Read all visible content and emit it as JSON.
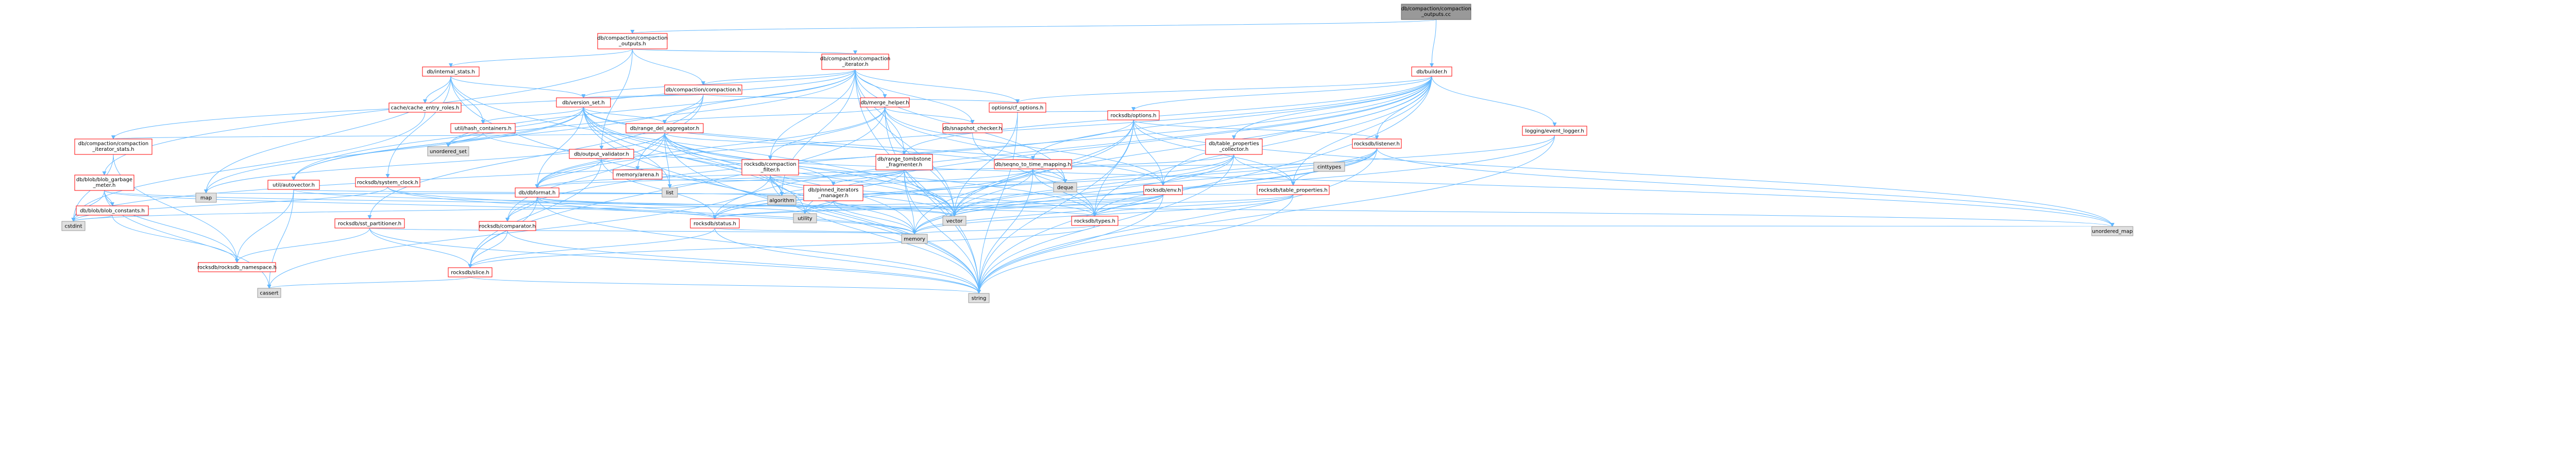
{
  "colors": {
    "root_fill": "#999999",
    "root_border": "#666666",
    "doc_fill": "#ffffff",
    "doc_border": "#ff0000",
    "doc_text": "#000000",
    "system_fill": "#e0e0e0",
    "system_border": "#999999",
    "edge": "#63b8ff"
  },
  "nodes": [
    {
      "id": "root",
      "kind": "root",
      "lines": [
        "db/compaction/compaction",
        "_outputs.cc"
      ]
    },
    {
      "id": "co_h",
      "kind": "doc",
      "lines": [
        "db/compaction/compaction",
        "_outputs.h"
      ]
    },
    {
      "id": "ci_h",
      "kind": "doc",
      "lines": [
        "db/compaction/compaction",
        "_iterator.h"
      ]
    },
    {
      "id": "internal_stats",
      "kind": "doc",
      "lines": [
        "db/internal_stats.h"
      ]
    },
    {
      "id": "builder",
      "kind": "doc",
      "lines": [
        "db/builder.h"
      ]
    },
    {
      "id": "compaction_h",
      "kind": "doc",
      "lines": [
        "db/compaction/compaction.h"
      ]
    },
    {
      "id": "cache_entry_roles",
      "kind": "doc",
      "lines": [
        "cache/cache_entry_roles.h"
      ]
    },
    {
      "id": "version_set",
      "kind": "doc",
      "lines": [
        "db/version_set.h"
      ]
    },
    {
      "id": "merge_helper",
      "kind": "doc",
      "lines": [
        "db/merge_helper.h"
      ]
    },
    {
      "id": "cf_options",
      "kind": "doc",
      "lines": [
        "options/cf_options.h"
      ]
    },
    {
      "id": "hash_containers",
      "kind": "doc",
      "lines": [
        "util/hash_containers.h"
      ]
    },
    {
      "id": "range_del_agg",
      "kind": "doc",
      "lines": [
        "db/range_del_aggregator.h"
      ]
    },
    {
      "id": "snapshot_checker",
      "kind": "doc",
      "lines": [
        "db/snapshot_checker.h"
      ]
    },
    {
      "id": "rdb_options",
      "kind": "doc",
      "lines": [
        "rocksdb/options.h"
      ]
    },
    {
      "id": "logging_event_logger",
      "kind": "doc",
      "lines": [
        "logging/event_logger.h"
      ]
    },
    {
      "id": "ci_stats",
      "kind": "doc",
      "lines": [
        "db/compaction/compaction",
        "_iterator_stats.h"
      ]
    },
    {
      "id": "blob_gc_meter",
      "kind": "doc",
      "lines": [
        "db/blob/blob_garbage",
        "_meter.h"
      ]
    },
    {
      "id": "blob_constants",
      "kind": "doc",
      "lines": [
        "db/blob/blob_constants.h"
      ]
    },
    {
      "id": "output_validator",
      "kind": "doc",
      "lines": [
        "db/output_validator.h"
      ]
    },
    {
      "id": "memory_arena",
      "kind": "doc",
      "lines": [
        "memory/arena.h"
      ]
    },
    {
      "id": "compaction_filter",
      "kind": "doc",
      "lines": [
        "rocksdb/compaction",
        "_filter.h"
      ]
    },
    {
      "id": "range_tombstone_frag",
      "kind": "doc",
      "lines": [
        "db/range_tombstone",
        "_fragmenter.h"
      ]
    },
    {
      "id": "seqno_to_time",
      "kind": "doc",
      "lines": [
        "db/seqno_to_time_mapping.h"
      ]
    },
    {
      "id": "table_props_collector",
      "kind": "doc",
      "lines": [
        "db/table_properties",
        "_collector.h"
      ]
    },
    {
      "id": "rdb_listener",
      "kind": "doc",
      "lines": [
        "rocksdb/listener.h"
      ]
    },
    {
      "id": "dbformat",
      "kind": "doc",
      "lines": [
        "db/dbformat.h"
      ]
    },
    {
      "id": "pinned_iter_mgr",
      "kind": "doc",
      "lines": [
        "db/pinned_iterators",
        "_manager.h"
      ]
    },
    {
      "id": "rdb_env",
      "kind": "doc",
      "lines": [
        "rocksdb/env.h"
      ]
    },
    {
      "id": "rdb_table_props",
      "kind": "doc",
      "lines": [
        "rocksdb/table_properties.h"
      ]
    },
    {
      "id": "rdb_system_clock",
      "kind": "doc",
      "lines": [
        "rocksdb/system_clock.h"
      ]
    },
    {
      "id": "util_autovector",
      "kind": "doc",
      "lines": [
        "util/autovector.h"
      ]
    },
    {
      "id": "rdb_sst_partitioner",
      "kind": "doc",
      "lines": [
        "rocksdb/sst_partitioner.h"
      ]
    },
    {
      "id": "rdb_comparator",
      "kind": "doc",
      "lines": [
        "rocksdb/comparator.h"
      ]
    },
    {
      "id": "rdb_status",
      "kind": "doc",
      "lines": [
        "rocksdb/status.h"
      ]
    },
    {
      "id": "rdb_types",
      "kind": "doc",
      "lines": [
        "rocksdb/types.h"
      ]
    },
    {
      "id": "rdb_namespace",
      "kind": "doc",
      "lines": [
        "rocksdb/rocksdb_namespace.h"
      ]
    },
    {
      "id": "rdb_slice",
      "kind": "doc",
      "lines": [
        "rocksdb/slice.h"
      ]
    },
    {
      "id": "sys_unordered_set",
      "kind": "system",
      "lines": [
        "unordered_set"
      ]
    },
    {
      "id": "sys_deque",
      "kind": "system",
      "lines": [
        "deque"
      ]
    },
    {
      "id": "sys_list",
      "kind": "system",
      "lines": [
        "list"
      ]
    },
    {
      "id": "sys_cinttypes",
      "kind": "system",
      "lines": [
        "cinttypes"
      ]
    },
    {
      "id": "sys_map",
      "kind": "system",
      "lines": [
        "map"
      ]
    },
    {
      "id": "sys_algorithm",
      "kind": "system",
      "lines": [
        "algorithm"
      ]
    },
    {
      "id": "sys_utility",
      "kind": "system",
      "lines": [
        "utility"
      ]
    },
    {
      "id": "sys_vector",
      "kind": "system",
      "lines": [
        "vector"
      ]
    },
    {
      "id": "sys_cstdint",
      "kind": "system",
      "lines": [
        "cstdint"
      ]
    },
    {
      "id": "sys_cassert",
      "kind": "system",
      "lines": [
        "cassert"
      ]
    },
    {
      "id": "sys_memory",
      "kind": "system",
      "lines": [
        "memory"
      ]
    },
    {
      "id": "sys_unordered_map",
      "kind": "system",
      "lines": [
        "unordered_map"
      ]
    },
    {
      "id": "sys_string",
      "kind": "system",
      "lines": [
        "string"
      ]
    }
  ],
  "edges": [
    [
      "root",
      "co_h"
    ],
    [
      "root",
      "builder"
    ],
    [
      "co_h",
      "ci_h"
    ],
    [
      "co_h",
      "internal_stats"
    ],
    [
      "co_h",
      "compaction_h"
    ],
    [
      "co_h",
      "blob_gc_meter"
    ],
    [
      "co_h",
      "output_validator"
    ],
    [
      "ci_h",
      "compaction_h"
    ],
    [
      "ci_h",
      "ci_stats"
    ],
    [
      "ci_h",
      "merge_helper"
    ],
    [
      "ci_h",
      "cf_options"
    ],
    [
      "ci_h",
      "range_del_agg"
    ],
    [
      "ci_h",
      "snapshot_checker"
    ],
    [
      "ci_h",
      "compaction_filter"
    ],
    [
      "ci_h",
      "util_autovector"
    ],
    [
      "ci_h",
      "range_tombstone_frag"
    ],
    [
      "ci_h",
      "sys_algorithm"
    ],
    [
      "ci_h",
      "sys_deque"
    ],
    [
      "ci_h",
      "sys_string"
    ],
    [
      "ci_h",
      "sys_unordered_set"
    ],
    [
      "ci_h",
      "sys_vector"
    ],
    [
      "ci_h",
      "version_set"
    ],
    [
      "internal_stats",
      "cache_entry_roles"
    ],
    [
      "internal_stats",
      "version_set"
    ],
    [
      "internal_stats",
      "hash_containers"
    ],
    [
      "internal_stats",
      "rdb_system_clock"
    ],
    [
      "internal_stats",
      "sys_map"
    ],
    [
      "internal_stats",
      "sys_string"
    ],
    [
      "internal_stats",
      "sys_vector"
    ],
    [
      "builder",
      "range_tombstone_frag"
    ],
    [
      "builder",
      "seqno_to_time"
    ],
    [
      "builder",
      "table_props_collector"
    ],
    [
      "builder",
      "logging_event_logger"
    ],
    [
      "builder",
      "cf_options"
    ],
    [
      "builder",
      "rdb_comparator"
    ],
    [
      "builder",
      "rdb_env"
    ],
    [
      "builder",
      "rdb_listener"
    ],
    [
      "builder",
      "rdb_options"
    ],
    [
      "builder",
      "rdb_status"
    ],
    [
      "builder",
      "rdb_table_props"
    ],
    [
      "builder",
      "rdb_types"
    ],
    [
      "builder",
      "sys_string"
    ],
    [
      "builder",
      "sys_utility"
    ],
    [
      "builder",
      "sys_vector"
    ],
    [
      "builder",
      "dbformat"
    ],
    [
      "compaction_h",
      "version_set"
    ],
    [
      "compaction_h",
      "memory_arena"
    ],
    [
      "compaction_h",
      "cf_options"
    ],
    [
      "compaction_h",
      "rdb_sst_partitioner"
    ],
    [
      "compaction_h",
      "util_autovector"
    ],
    [
      "version_set",
      "sys_algorithm"
    ],
    [
      "version_set",
      "sys_deque"
    ],
    [
      "version_set",
      "sys_list"
    ],
    [
      "version_set",
      "sys_map"
    ],
    [
      "version_set",
      "sys_memory"
    ],
    [
      "version_set",
      "sys_string"
    ],
    [
      "version_set",
      "sys_unordered_set"
    ],
    [
      "version_set",
      "sys_utility"
    ],
    [
      "version_set",
      "sys_vector"
    ],
    [
      "version_set",
      "dbformat"
    ],
    [
      "version_set",
      "range_del_agg"
    ],
    [
      "version_set",
      "hash_containers"
    ],
    [
      "version_set",
      "util_autovector"
    ],
    [
      "version_set",
      "rdb_env"
    ],
    [
      "version_set",
      "compaction_h"
    ],
    [
      "merge_helper",
      "sys_deque"
    ],
    [
      "merge_helper",
      "sys_string"
    ],
    [
      "merge_helper",
      "sys_vector"
    ],
    [
      "merge_helper",
      "dbformat"
    ],
    [
      "merge_helper",
      "range_del_agg"
    ],
    [
      "merge_helper",
      "snapshot_checker"
    ],
    [
      "merge_helper",
      "compaction_filter"
    ],
    [
      "merge_helper",
      "rdb_env"
    ],
    [
      "merge_helper",
      "rdb_slice"
    ],
    [
      "cf_options",
      "sys_string"
    ],
    [
      "cf_options",
      "sys_vector"
    ],
    [
      "cf_options",
      "rdb_options"
    ],
    [
      "hash_containers",
      "sys_unordered_set"
    ],
    [
      "hash_containers",
      "sys_unordered_map"
    ],
    [
      "range_del_agg",
      "sys_algorithm"
    ],
    [
      "range_del_agg",
      "sys_iterator"
    ],
    [
      "range_del_agg",
      "sys_list"
    ],
    [
      "range_del_agg",
      "sys_map"
    ],
    [
      "range_del_agg",
      "sys_set"
    ],
    [
      "range_del_agg",
      "sys_string"
    ],
    [
      "range_del_agg",
      "sys_vector"
    ],
    [
      "range_del_agg",
      "ci_stats"
    ],
    [
      "range_del_agg",
      "dbformat"
    ],
    [
      "range_del_agg",
      "pinned_iter_mgr"
    ],
    [
      "range_del_agg",
      "range_tombstone_frag"
    ],
    [
      "range_del_agg",
      "rdb_comparator"
    ],
    [
      "range_del_agg",
      "rdb_types"
    ],
    [
      "snapshot_checker",
      "rdb_types"
    ],
    [
      "rdb_options",
      "sys_cstdint"
    ],
    [
      "rdb_options",
      "sys_memory"
    ],
    [
      "rdb_options",
      "sys_string"
    ],
    [
      "rdb_options",
      "sys_unordered_map"
    ],
    [
      "rdb_options",
      "sys_vector"
    ],
    [
      "rdb_options",
      "rdb_listener"
    ],
    [
      "rdb_options",
      "rdb_table_props"
    ],
    [
      "rdb_options",
      "rdb_env"
    ],
    [
      "rdb_options",
      "rdb_types"
    ],
    [
      "logging_event_logger",
      "sys_memory"
    ],
    [
      "logging_event_logger",
      "sys_string"
    ],
    [
      "logging_event_logger",
      "rdb_env"
    ],
    [
      "ci_stats",
      "sys_cstdint"
    ],
    [
      "ci_stats",
      "rdb_namespace"
    ],
    [
      "blob_gc_meter",
      "sys_cassert"
    ],
    [
      "blob_gc_meter",
      "sys_cstdint"
    ],
    [
      "blob_gc_meter",
      "sys_unordered_map"
    ],
    [
      "blob_gc_meter",
      "blob_constants"
    ],
    [
      "blob_gc_meter",
      "rdb_namespace"
    ],
    [
      "blob_gc_meter",
      "rdb_status"
    ],
    [
      "blob_constants",
      "sys_cstdint"
    ],
    [
      "blob_constants",
      "rdb_namespace"
    ],
    [
      "output_validator",
      "dbformat"
    ],
    [
      "output_validator",
      "rdb_slice"
    ],
    [
      "output_validator",
      "rdb_status"
    ],
    [
      "compaction_filter",
      "sys_cassert"
    ],
    [
      "compaction_filter",
      "sys_memory"
    ],
    [
      "compaction_filter",
      "sys_string"
    ],
    [
      "compaction_filter",
      "sys_vector"
    ],
    [
      "compaction_filter",
      "rdb_types"
    ],
    [
      "range_tombstone_frag",
      "sys_list"
    ],
    [
      "range_tombstone_frag",
      "sys_memory"
    ],
    [
      "range_tombstone_frag",
      "sys_set"
    ],
    [
      "range_tombstone_frag",
      "sys_string"
    ],
    [
      "range_tombstone_frag",
      "sys_vector"
    ],
    [
      "range_tombstone_frag",
      "dbformat"
    ],
    [
      "range_tombstone_frag",
      "pinned_iter_mgr"
    ],
    [
      "range_tombstone_frag",
      "rdb_status"
    ],
    [
      "seqno_to_time",
      "sys_algorithm"
    ],
    [
      "seqno_to_time",
      "sys_cinttypes"
    ],
    [
      "seqno_to_time",
      "sys_deque"
    ],
    [
      "seqno_to_time",
      "sys_functional"
    ],
    [
      "seqno_to_time",
      "sys_iterator"
    ],
    [
      "seqno_to_time",
      "sys_string"
    ],
    [
      "seqno_to_time",
      "sys_vector"
    ],
    [
      "seqno_to_time",
      "rdb_status"
    ],
    [
      "seqno_to_time",
      "rdb_types"
    ],
    [
      "table_props_collector",
      "sys_memory"
    ],
    [
      "table_props_collector",
      "sys_string"
    ],
    [
      "table_props_collector",
      "sys_utility"
    ],
    [
      "table_props_collector",
      "sys_vector"
    ],
    [
      "table_props_collector",
      "dbformat"
    ],
    [
      "table_props_collector",
      "rdb_table_props"
    ],
    [
      "rdb_listener",
      "sys_chrono"
    ],
    [
      "rdb_listener",
      "sys_memory"
    ],
    [
      "rdb_listener",
      "sys_string"
    ],
    [
      "rdb_listener",
      "sys_unordered_map"
    ],
    [
      "rdb_listener",
      "sys_vector"
    ],
    [
      "rdb_listener",
      "rdb_status"
    ],
    [
      "rdb_listener",
      "rdb_table_props"
    ],
    [
      "rdb_listener",
      "rdb_types"
    ],
    [
      "dbformat",
      "sys_stdio"
    ],
    [
      "dbformat",
      "sys_memory"
    ],
    [
      "dbformat",
      "sys_optional"
    ],
    [
      "dbformat",
      "sys_string"
    ],
    [
      "dbformat",
      "sys_utility"
    ],
    [
      "dbformat",
      "rdb_comparator"
    ],
    [
      "dbformat",
      "rdb_slice"
    ],
    [
      "dbformat",
      "rdb_types"
    ],
    [
      "pinned_iter_mgr",
      "sys_algorithm"
    ],
    [
      "pinned_iter_mgr",
      "sys_memory"
    ],
    [
      "pinned_iter_mgr",
      "sys_utility"
    ],
    [
      "pinned_iter_mgr",
      "sys_vector"
    ],
    [
      "rdb_env",
      "sys_cstdint"
    ],
    [
      "rdb_env",
      "sys_map"
    ],
    [
      "rdb_env",
      "sys_memory"
    ],
    [
      "rdb_env",
      "sys_string"
    ],
    [
      "rdb_env",
      "sys_vector"
    ],
    [
      "rdb_env",
      "rdb_status"
    ],
    [
      "rdb_env",
      "rdb_types"
    ],
    [
      "rdb_table_props",
      "sys_map"
    ],
    [
      "rdb_table_props",
      "sys_memory"
    ],
    [
      "rdb_table_props",
      "sys_string"
    ],
    [
      "rdb_table_props",
      "rdb_status"
    ],
    [
      "rdb_table_props",
      "rdb_types"
    ],
    [
      "rdb_system_clock",
      "sys_cstdint"
    ],
    [
      "rdb_system_clock",
      "sys_memory"
    ],
    [
      "rdb_system_clock",
      "rdb_status"
    ],
    [
      "util_autovector",
      "sys_algorithm"
    ],
    [
      "util_autovector",
      "sys_cassert"
    ],
    [
      "util_autovector",
      "sys_initializer_list"
    ],
    [
      "util_autovector",
      "sys_iterator"
    ],
    [
      "util_autovector",
      "sys_stdexcept"
    ],
    [
      "util_autovector",
      "sys_vector"
    ],
    [
      "util_autovector",
      "rdb_namespace"
    ],
    [
      "rdb_sst_partitioner",
      "sys_memory"
    ],
    [
      "rdb_sst_partitioner",
      "sys_string"
    ],
    [
      "rdb_sst_partitioner",
      "rdb_slice"
    ],
    [
      "rdb_sst_partitioner",
      "rdb_namespace"
    ],
    [
      "rdb_comparator",
      "sys_string"
    ],
    [
      "rdb_comparator",
      "rdb_slice"
    ],
    [
      "rdb_status",
      "sys_memory"
    ],
    [
      "rdb_status",
      "sys_string"
    ],
    [
      "rdb_status",
      "rdb_slice"
    ],
    [
      "rdb_types",
      "sys_memory"
    ],
    [
      "rdb_types",
      "sys_unordered_map"
    ],
    [
      "rdb_types",
      "rdb_slice"
    ],
    [
      "rdb_slice",
      "sys_cassert"
    ],
    [
      "rdb_slice",
      "sys_string"
    ],
    [
      "cache_entry_roles",
      "sys_cstdint"
    ],
    [
      "memory_arena",
      "sys_deque"
    ]
  ]
}
